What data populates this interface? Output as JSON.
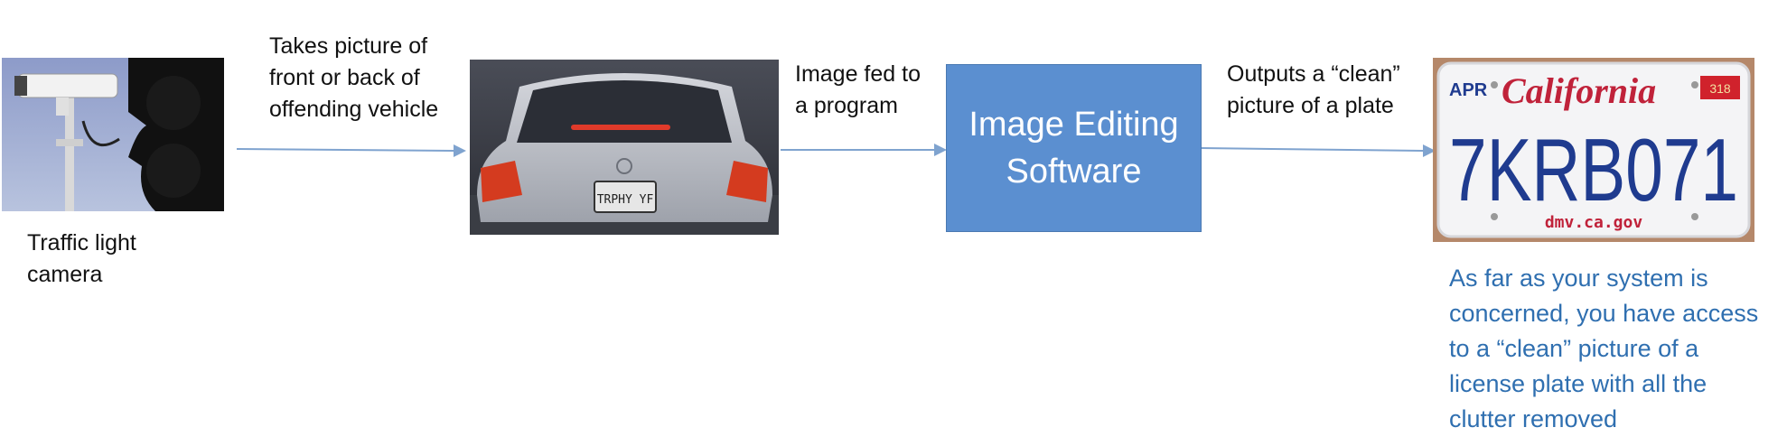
{
  "labels": {
    "takes_picture": [
      "Takes picture of",
      "front or back of",
      "offending vehicle"
    ],
    "image_fed": [
      "Image fed to",
      "a program"
    ],
    "outputs": [
      "Outputs a “clean”",
      "picture of a plate"
    ],
    "traffic_camera": [
      "Traffic light",
      "camera"
    ]
  },
  "process_box": {
    "text": [
      "Image Editing",
      "Software"
    ]
  },
  "note": [
    "As far as your system is",
    "concerned, you have access",
    "to a “clean” picture of a",
    "license plate with all the",
    "clutter removed"
  ],
  "car_plate": {
    "text": "TRPHY YF"
  },
  "ca_plate": {
    "month": "APR",
    "state": "California",
    "sticker": "318",
    "number": "7KRB071",
    "website": "dmv.ca.gov"
  },
  "colors": {
    "arrow": "#7fa3cf",
    "box_fill": "#5b8fd0",
    "note_text": "#2f6fb0",
    "plate_blue": "#1f3b8f",
    "plate_red": "#c0223a"
  }
}
